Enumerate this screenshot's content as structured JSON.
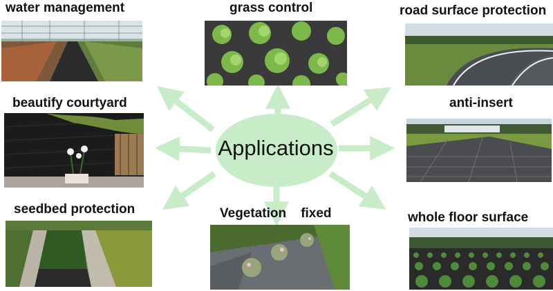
{
  "diagram": {
    "center_label": "Applications",
    "accent_color": "#c8ecc8",
    "items": [
      {
        "label": "water management"
      },
      {
        "label": "grass control"
      },
      {
        "label": "road surface protection"
      },
      {
        "label": "beautify courtyard"
      },
      {
        "label": "anti-insert"
      },
      {
        "label": "seedbed protection"
      },
      {
        "label": "Vegetation    fixed"
      },
      {
        "label": "whole floor surface"
      }
    ]
  }
}
